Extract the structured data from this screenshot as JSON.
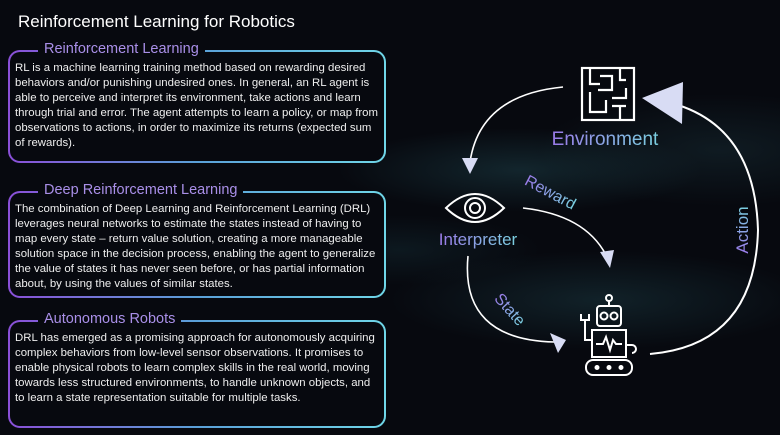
{
  "title": "Reinforcement Learning for Robotics",
  "sections": [
    {
      "heading": "Reinforcement Learning",
      "body": "RL is a machine learning training method based on rewarding desired behaviors and/or punishing undesired ones. In general, an RL agent is able to perceive and interpret its environment, take actions and learn through trial and error. The agent attempts to learn a policy, or map from observations to actions, in order to maximize its returns (expected sum of rewards)."
    },
    {
      "heading": "Deep Reinforcement Learning",
      "body": "The combination of Deep Learning and Reinforcement Learning (DRL) leverages neural networks to estimate the states instead of having to map every state – return value solution, creating a more manageable solution space in the decision process, enabling the agent to generalize the value of states it has never seen before, or has partial information about, by using the values of similar states."
    },
    {
      "heading": "Autonomous Robots",
      "body": "DRL has emerged as a promising approach for autonomously acquiring complex behaviors from low-level sensor observations. It promises to enable physical robots to learn complex skills in the real world, moving towards less structured environments, to handle unknown objects, and to learn a state representation suitable for multiple tasks."
    }
  ],
  "diagram": {
    "environment": "Environment",
    "interpreter": "Interpreter",
    "reward": "Reward",
    "state": "State",
    "action": "Action",
    "icons": [
      "maze-icon",
      "eye-icon",
      "robot-icon"
    ]
  },
  "colors": {
    "accent_purple": "#8a4fd8",
    "accent_cyan": "#6fd6e8",
    "background": "#07090f"
  }
}
